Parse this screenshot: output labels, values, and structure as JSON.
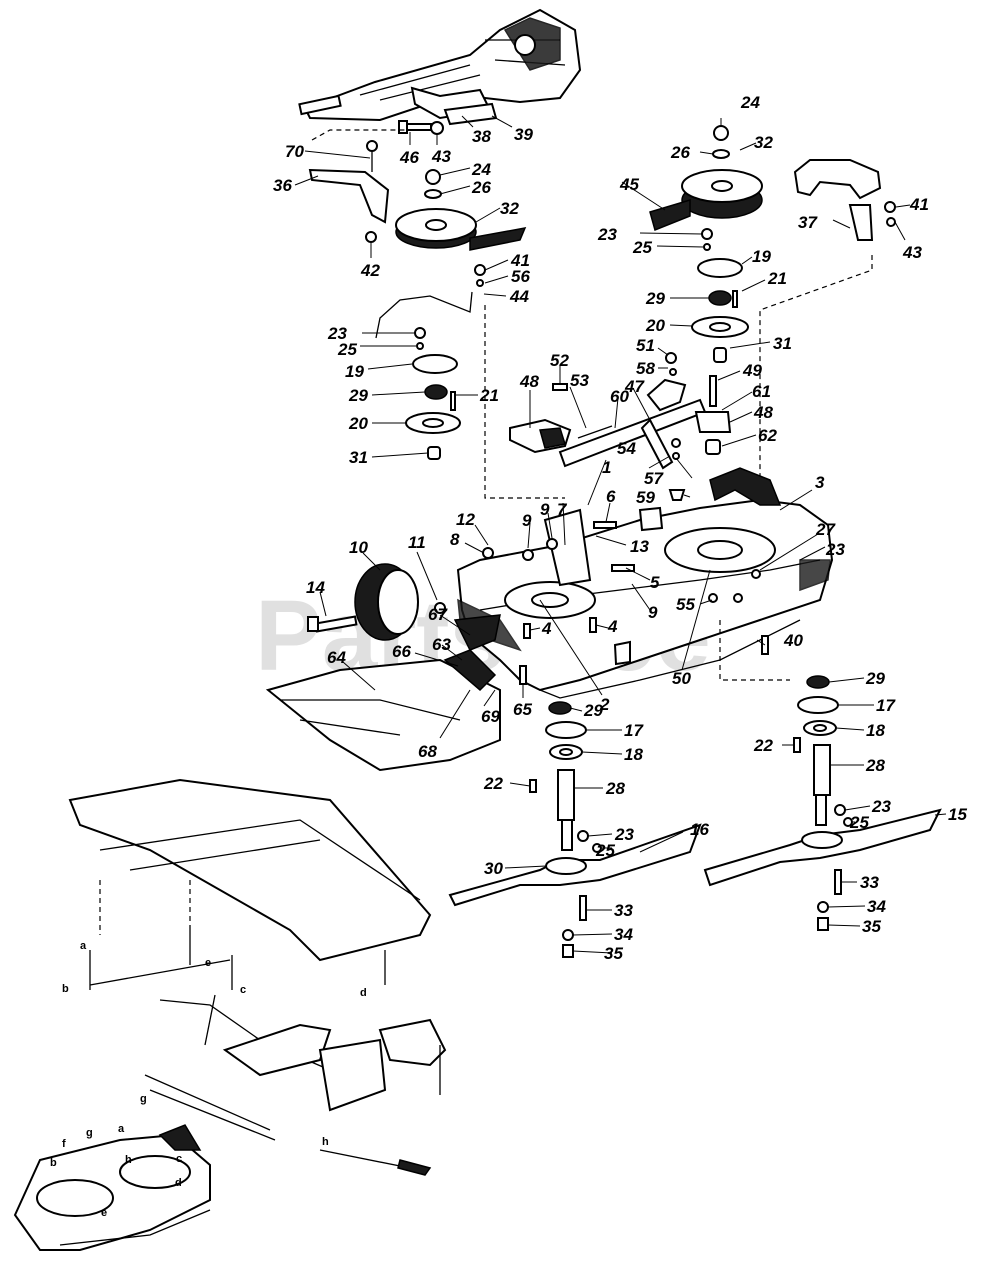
{
  "watermark": "PartsTree",
  "callouts": [
    "70",
    "36",
    "42",
    "46",
    "43",
    "38",
    "39",
    "24",
    "26",
    "32",
    "41",
    "56",
    "44",
    "23",
    "25",
    "19",
    "29",
    "21",
    "20",
    "31",
    "24",
    "26",
    "32",
    "45",
    "23",
    "25",
    "19",
    "21",
    "29",
    "20",
    "31",
    "37",
    "41",
    "43",
    "52",
    "53",
    "48",
    "60",
    "47",
    "58",
    "51",
    "49",
    "61",
    "48",
    "62",
    "54",
    "57",
    "59",
    "1",
    "7",
    "9",
    "6",
    "13",
    "12",
    "8",
    "9",
    "5",
    "9",
    "3",
    "27",
    "23",
    "55",
    "50",
    "10",
    "11",
    "14",
    "67",
    "63",
    "66",
    "64",
    "4",
    "4",
    "2",
    "65",
    "69",
    "68",
    "29",
    "17",
    "18",
    "22",
    "28",
    "23",
    "25",
    "16",
    "30",
    "33",
    "34",
    "35",
    "40",
    "29",
    "17",
    "18",
    "22",
    "28",
    "23",
    "25",
    "15",
    "33",
    "34",
    "35"
  ],
  "inset_letters": [
    "b",
    "f",
    "g",
    "a",
    "h",
    "c",
    "d",
    "e"
  ],
  "linkage_labels": [
    "a",
    "b",
    "c",
    "d",
    "e",
    "g",
    "h"
  ]
}
